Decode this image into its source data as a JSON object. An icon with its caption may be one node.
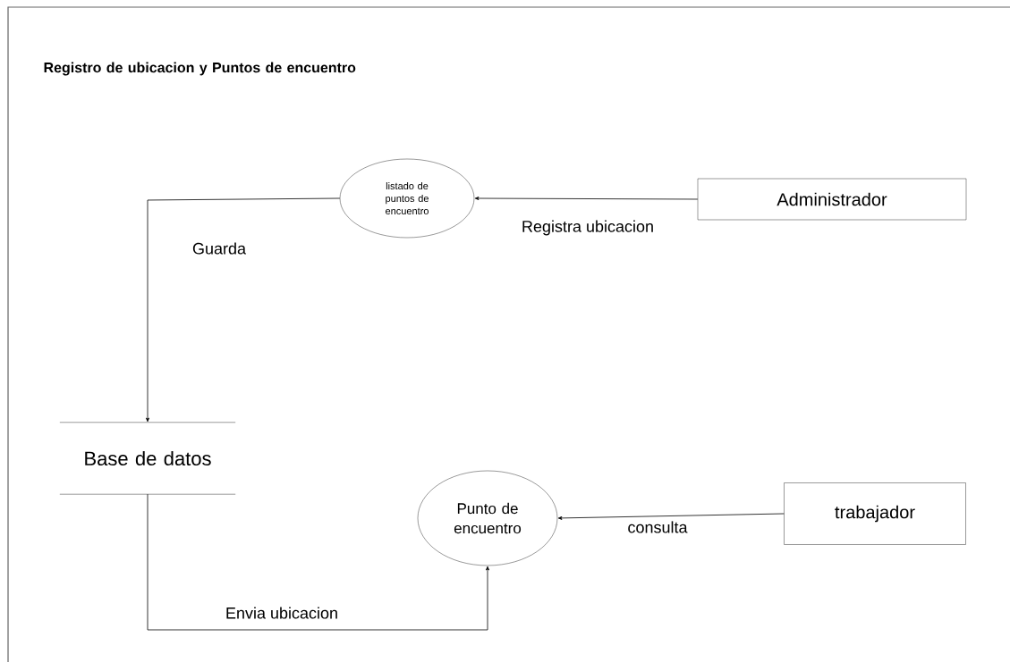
{
  "diagram": {
    "title": "Registro de ubicacion y Puntos de encuentro",
    "nodes": [
      {
        "text": [
          "listado de puntos de encuentro"
        ]
      },
      {
        "text": [
          "Administrador"
        ]
      },
      {
        "text": [
          "Base de datos"
        ]
      },
      {
        "text": [
          "Punto de encuentro"
        ]
      },
      {
        "text": [
          "trabajador"
        ]
      }
    ],
    "edges": [
      {
        "from": 1,
        "to": 0,
        "arrow": "to",
        "label": "Registra ubicacion"
      },
      {
        "from": 0,
        "to": 2,
        "arrow": "to",
        "label": "Guarda"
      },
      {
        "from": 2,
        "to": 3,
        "arrow": "to",
        "label": "Envia ubicacion"
      },
      {
        "from": 4,
        "to": 3,
        "arrow": "to",
        "label": "consulta"
      }
    ]
  }
}
